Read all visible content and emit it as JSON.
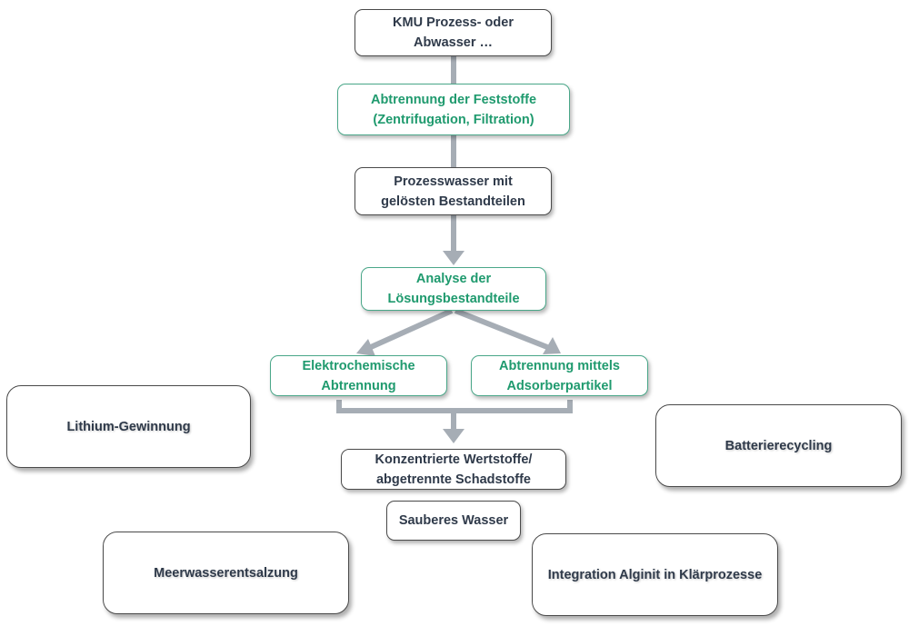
{
  "colors": {
    "connector": "#a6adb5",
    "dark_text": "#2f3a4a",
    "green_text": "#1f9a6e",
    "green_border": "#4aa789",
    "dark_border": "#4a4a4a"
  },
  "flow": {
    "source": "KMU Prozess- oder\nAbwasser …",
    "solids_separation": "Abtrennung der Feststoffe\n(Zentrifugation, Filtration)",
    "process_water": "Prozesswasser mit\ngelösten Bestandteilen",
    "analysis": "Analyse der\nLösungsbestandteile",
    "electrochemical": "Elektrochemische\nAbtrennung",
    "adsorber": "Abtrennung mittels\nAdsorberpartikel",
    "concentrated": "Konzentrierte Wertstoffe/\nabgetrennte Schadstoffe",
    "clean_water": "Sauberes Wasser"
  },
  "applications": {
    "lithium": "Lithium-Gewinnung",
    "battery": "Batterierecycling",
    "desalination": "Meerwasserentsalzung",
    "alginit": "Integration Alginit in Klärprozesse"
  }
}
